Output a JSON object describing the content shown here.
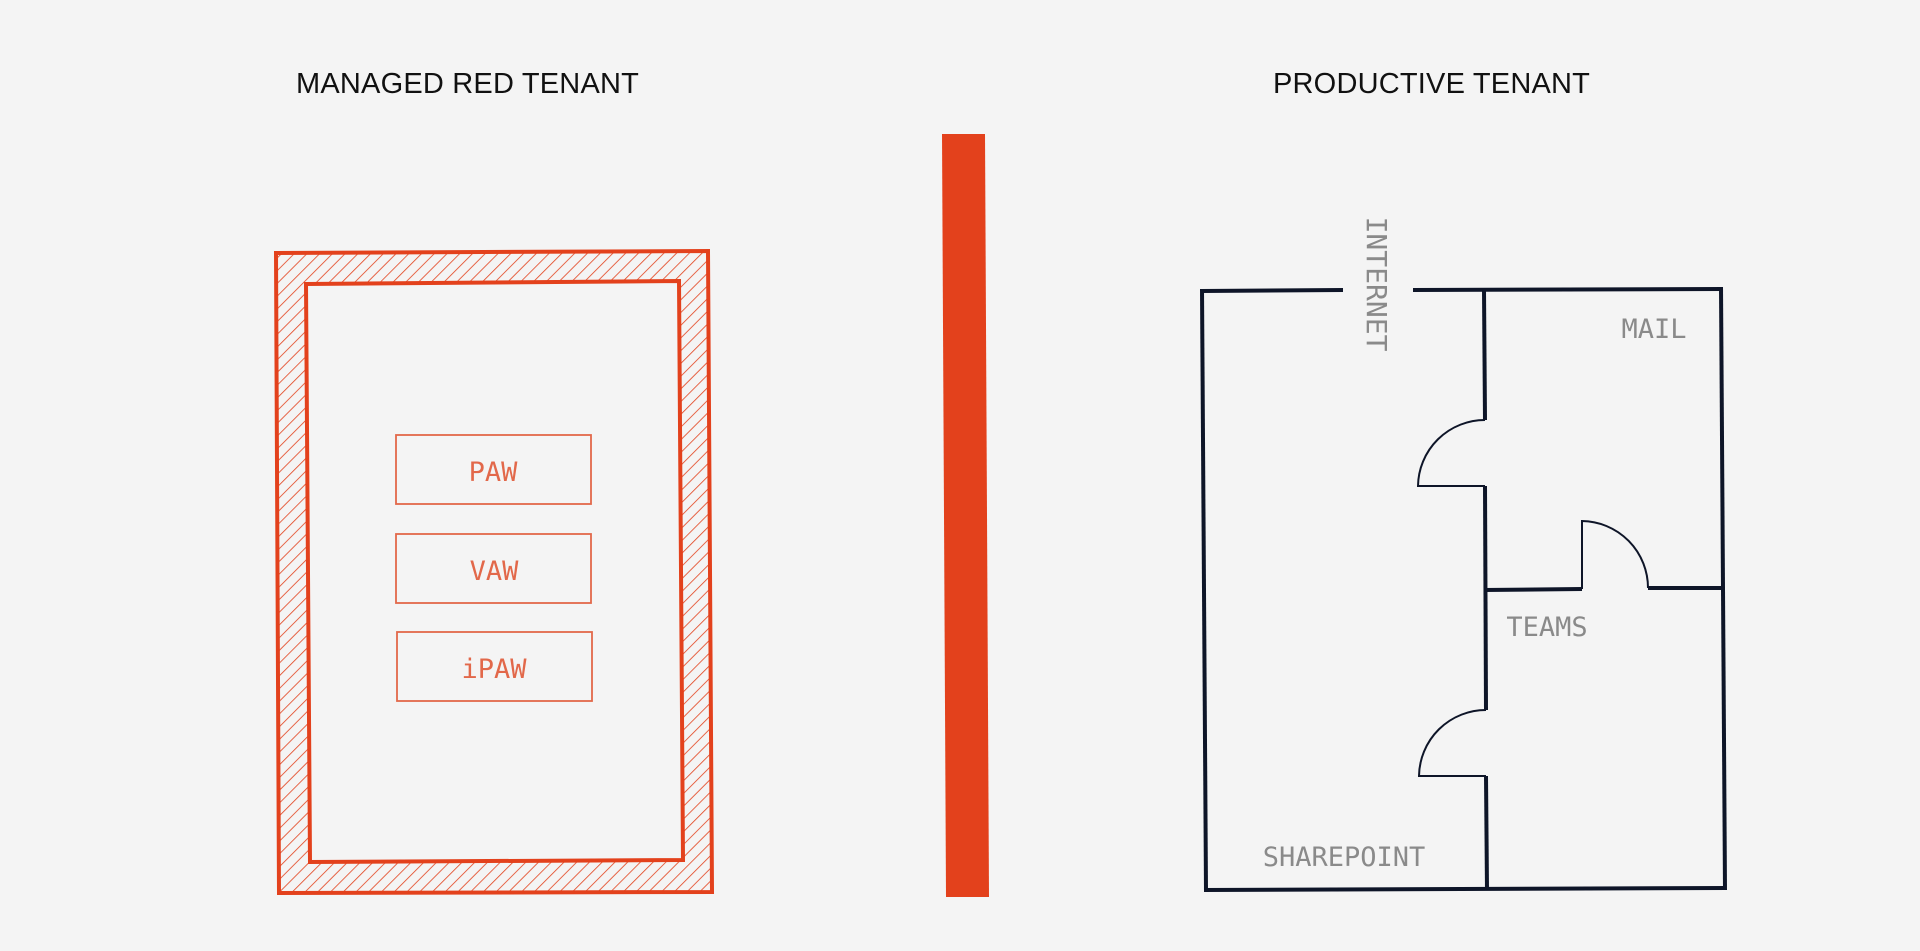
{
  "titles": {
    "left": "MANAGED RED TENANT",
    "right": "PRODUCTIVE TENANT"
  },
  "managed_tenant": {
    "boxes": [
      "PAW",
      "VAW",
      "iPAW"
    ]
  },
  "productive_tenant": {
    "entrance_label": "INTERNET",
    "rooms": {
      "mail": "MAIL",
      "teams": "TEAMS",
      "sharepoint": "SHAREPOINT"
    }
  },
  "colors": {
    "accent_red": "#e3411c",
    "box_text": "#e2684a",
    "floorplan_line": "#0e1528",
    "room_label": "#8a8a8a",
    "background": "#f4f4f4"
  }
}
